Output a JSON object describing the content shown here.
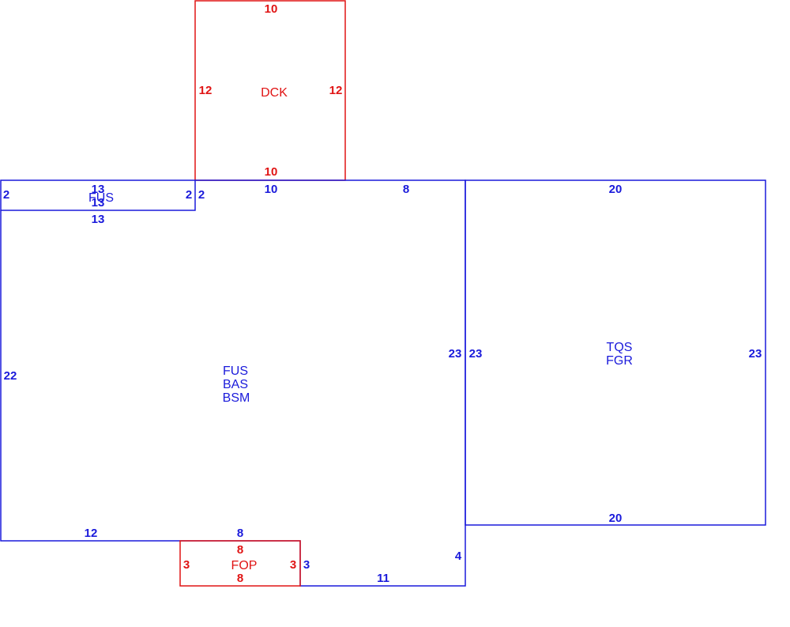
{
  "colors": {
    "blue": "#1a1adb",
    "red": "#e01414"
  },
  "areas": {
    "dck": {
      "code": "DCK",
      "dims": {
        "top": "10",
        "left": "12",
        "right": "12",
        "bottom": "10"
      }
    },
    "fus_upper": {
      "code": "FUS",
      "dims": {
        "top": "13",
        "top2": "13",
        "bottom": "13",
        "left": "2",
        "right": "2"
      }
    },
    "main": {
      "codes": [
        "FUS",
        "BAS",
        "BSM"
      ],
      "dims": {
        "left": "22",
        "right": "23",
        "top_left": "2",
        "top_mid": "10",
        "top_right": "8",
        "bottom_left": "12",
        "bottom_mid": "8",
        "step": "3",
        "bottom_right": "11",
        "right_lower": "4"
      }
    },
    "garage": {
      "codes": [
        "TQS",
        "FGR"
      ],
      "dims": {
        "top": "20",
        "bottom": "20",
        "left": "23",
        "right": "23"
      }
    },
    "fop": {
      "code": "FOP",
      "dims": {
        "top": "8",
        "bottom": "8",
        "left": "3",
        "right": "3"
      }
    }
  }
}
